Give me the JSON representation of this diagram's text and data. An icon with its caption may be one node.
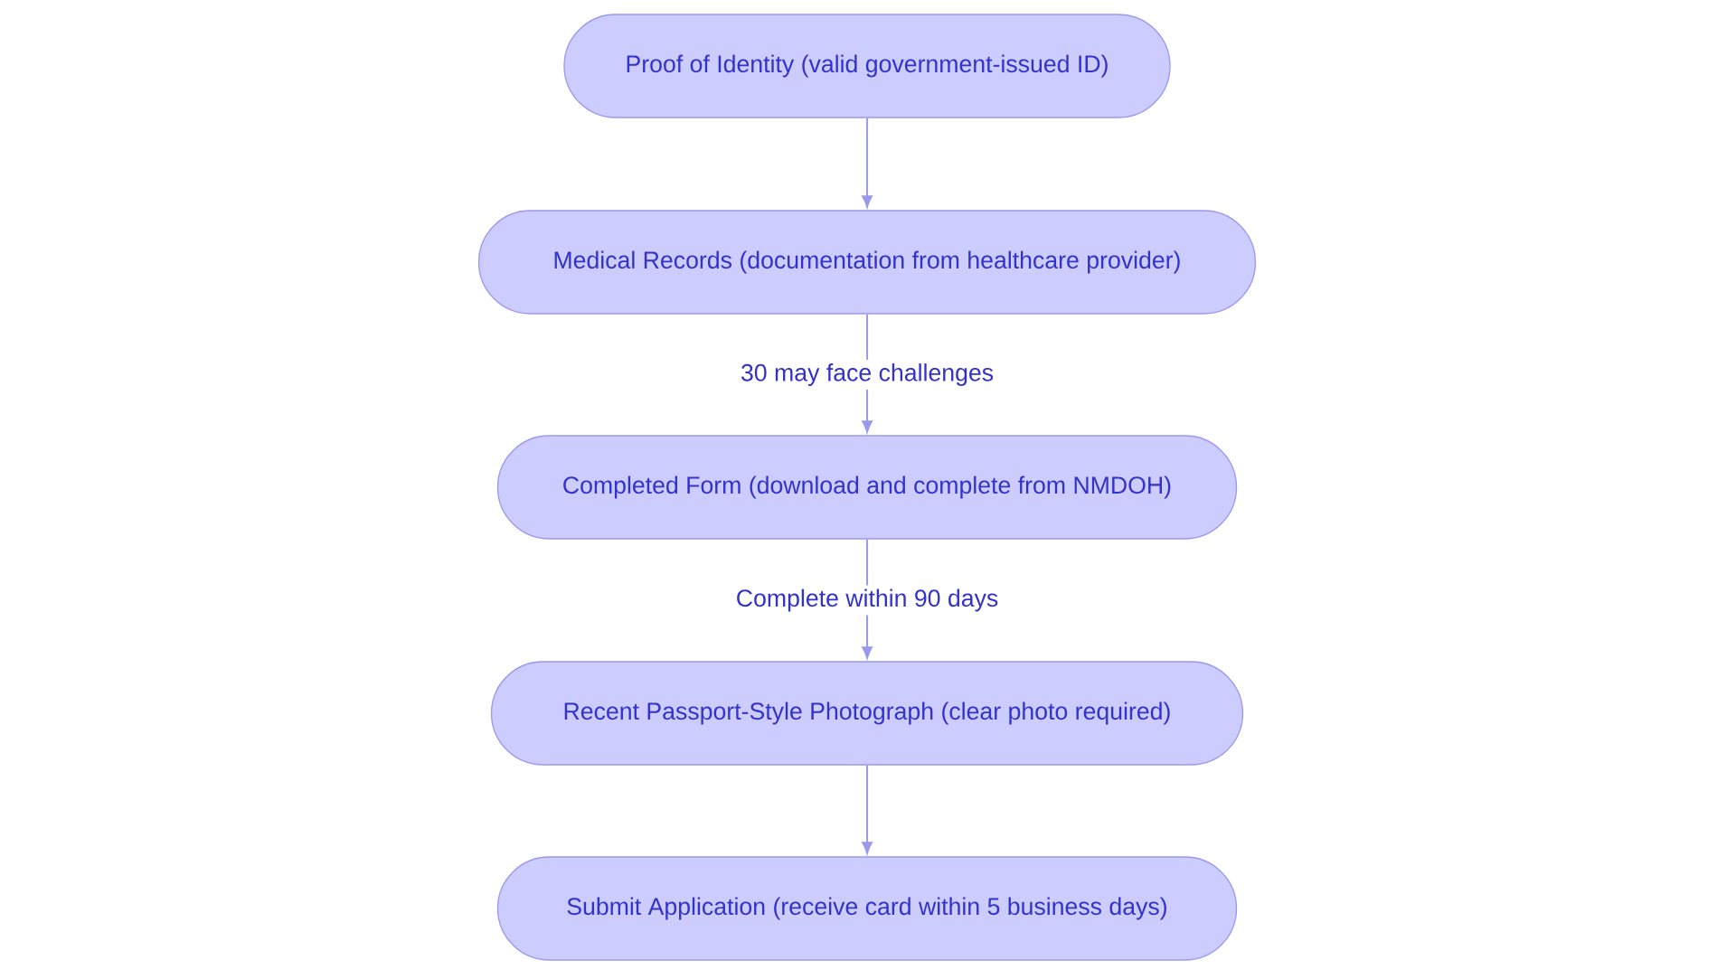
{
  "diagram": {
    "nodes": [
      {
        "text": [
          "Proof of Identity (valid government-issued ID)"
        ]
      },
      {
        "text": [
          "Medical Records (documentation from healthcare provider)"
        ]
      },
      {
        "text": [
          "Completed Form (download and complete from NMDOH)"
        ]
      },
      {
        "text": [
          "Recent Passport-Style Photograph (clear photo required)"
        ]
      },
      {
        "text": [
          "Submit Application (receive card within 5 business days)"
        ]
      }
    ],
    "edges": [
      {
        "from": 0,
        "to": 1,
        "arrow": "to"
      },
      {
        "from": 1,
        "to": 2,
        "arrow": "to",
        "label": "30 may face challenges"
      },
      {
        "from": 2,
        "to": 3,
        "arrow": "to",
        "label": "Complete within 90 days"
      },
      {
        "from": 3,
        "to": 4,
        "arrow": "to"
      }
    ]
  }
}
